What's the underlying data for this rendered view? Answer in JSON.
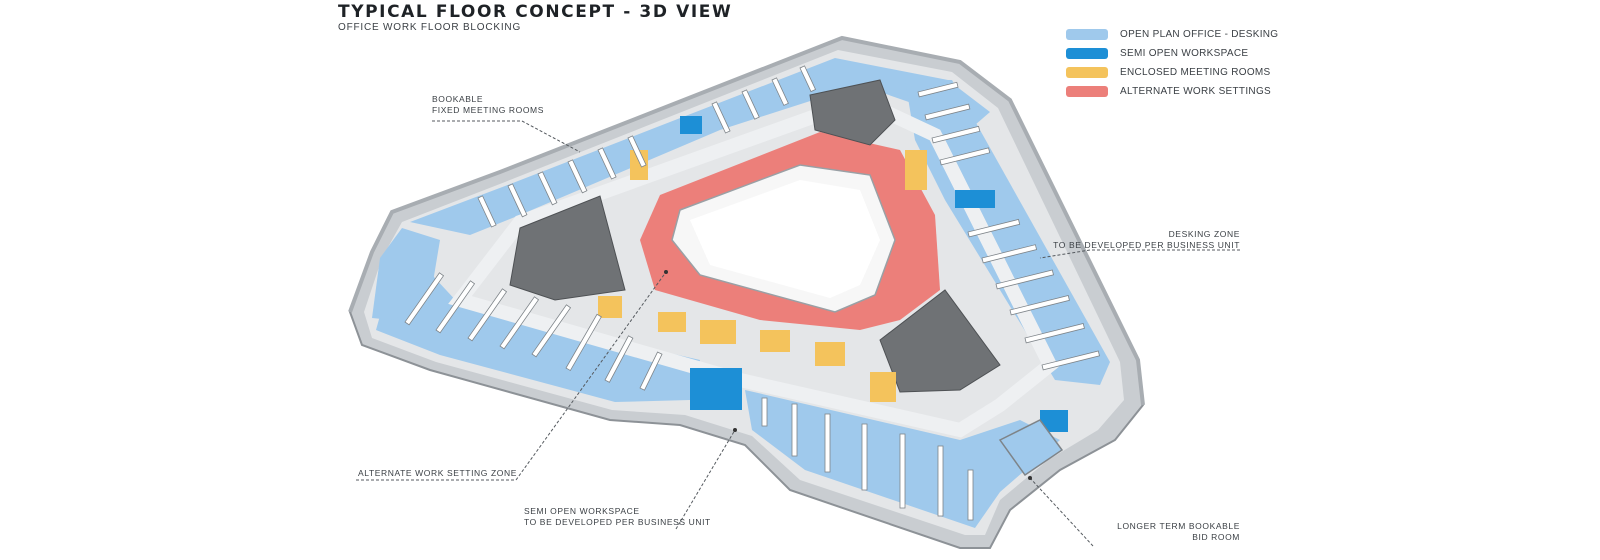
{
  "header": {
    "title": "TYPICAL FLOOR CONCEPT - 3D VIEW",
    "subtitle": "OFFICE WORK FLOOR BLOCKING"
  },
  "legend": [
    {
      "label": "OPEN PLAN OFFICE - DESKING",
      "color": "#9fc9ec"
    },
    {
      "label": "SEMI OPEN WORKSPACE",
      "color": "#1d8fd6"
    },
    {
      "label": "ENCLOSED MEETING ROOMS",
      "color": "#f4c35c"
    },
    {
      "label": "ALTERNATE WORK SETTINGS",
      "color": "#ec7f7a"
    }
  ],
  "callouts": {
    "bookable_meeting_rooms": {
      "line1": "BOOKABLE",
      "line2": "FIXED MEETING ROOMS"
    },
    "desking_zone": {
      "line1": "DESKING ZONE",
      "line2": "TO BE DEVELOPED PER BUSINESS UNIT"
    },
    "alternate_work_zone": {
      "line1": "ALTERNATE WORK SETTING ZONE"
    },
    "semi_open_workspace": {
      "line1": "SEMI OPEN WORKSPACE",
      "line2": "TO BE DEVELOPED PER BUSINESS UNIT"
    },
    "bid_room": {
      "line1": "LONGER TERM BOOKABLE",
      "line2": "BID ROOM"
    }
  },
  "colors": {
    "open_plan": "#9fc9ec",
    "semi_open": "#1d8fd6",
    "enclosed": "#f4c35c",
    "alternate": "#ec7f7a",
    "core": "#6f7275",
    "shell": "#c9cdd1",
    "corridor": "#e4e6e8"
  }
}
